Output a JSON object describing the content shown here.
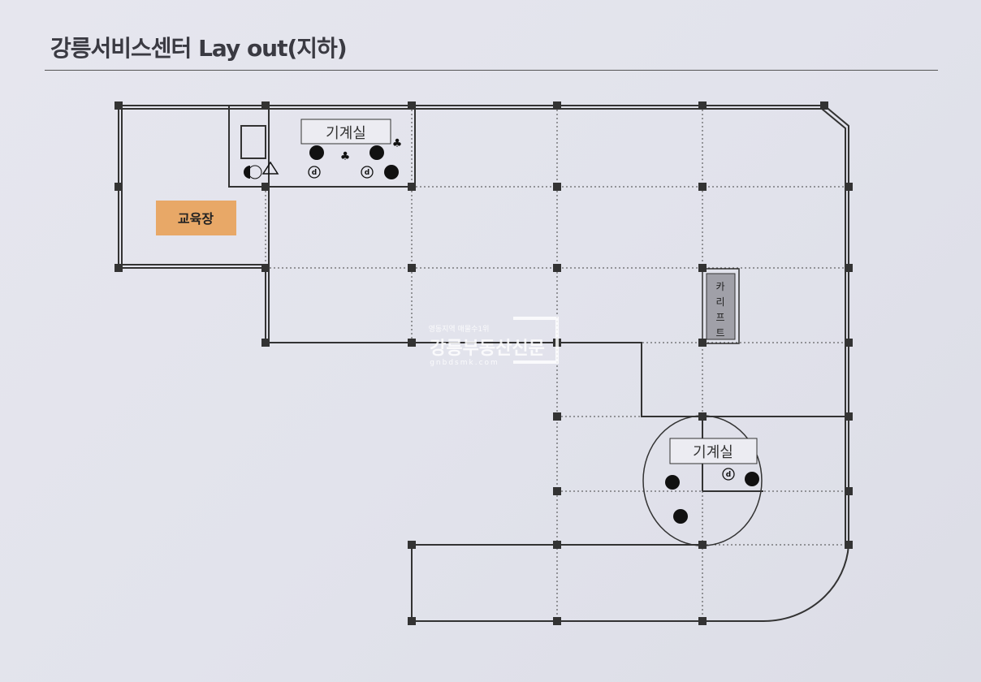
{
  "title": "강릉서비스센터 Lay out(지하)",
  "rooms": {
    "education": "교육장",
    "machine_room_1": "기계실",
    "machine_room_2": "기계실",
    "car_lift": [
      "카",
      "리",
      "프",
      "트"
    ]
  },
  "watermark": {
    "tagline": "영동지역 매물수1위",
    "name": "강릉부동산신문",
    "url": "gnbdsmk.com"
  },
  "colors": {
    "education_fill": "#e8a867",
    "lift_fill": "#a0a0a8"
  }
}
